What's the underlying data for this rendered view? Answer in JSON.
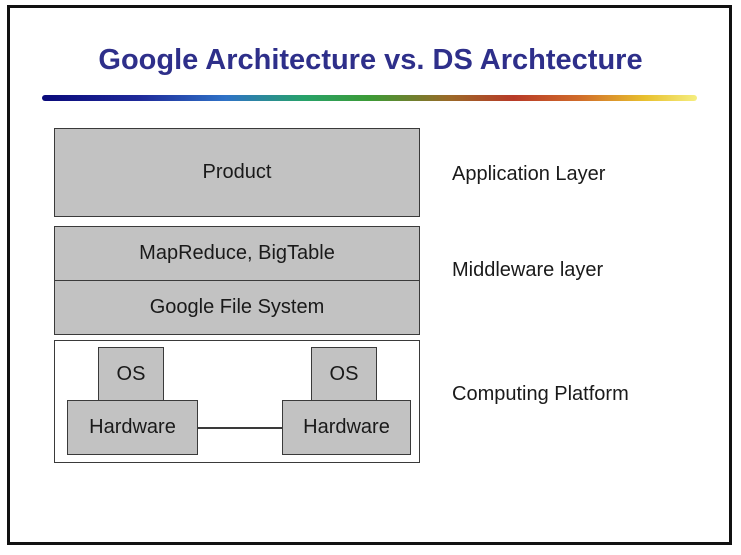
{
  "slide": {
    "title": "Google Architecture vs. DS Archtecture"
  },
  "diagram": {
    "product": "Product",
    "middleware_top": "MapReduce, BigTable",
    "middleware_bottom": "Google File System",
    "os_left": "OS",
    "os_right": "OS",
    "hardware_left": "Hardware",
    "hardware_right": "Hardware"
  },
  "labels": {
    "application": "Application Layer",
    "middleware": "Middleware layer",
    "computing": "Computing Platform"
  },
  "colors": {
    "title": "#2e2f8a",
    "box_fill": "#c2c2c2",
    "box_border": "#3a3a3a"
  }
}
